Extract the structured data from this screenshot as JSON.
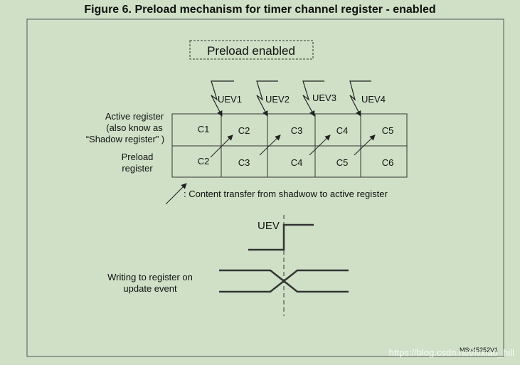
{
  "figure": {
    "title": "Figure 6. Preload mechanism for timer channel register - enabled",
    "preload_box": "Preload enabled",
    "uev_labels": [
      "UEV1",
      "UEV2",
      "UEV3",
      "UEV4"
    ],
    "active_label": [
      "Active register",
      "(also know as",
      "“Shadow register” )"
    ],
    "preload_label": [
      "Preload",
      "register"
    ],
    "active_cells": [
      "C1",
      "C2",
      "C3",
      "C4",
      "C5"
    ],
    "preload_cells": [
      "C2",
      "C3",
      "C4",
      "C5",
      "C6"
    ],
    "legend": ": Content transfer from shadwow to active register",
    "uev_timing_label": "UEV",
    "writing_label": [
      "Writing to register on",
      "update event"
    ],
    "figure_id": "MSv45252V1"
  },
  "watermark": "https://blog.csdn.net/lvxiao_hill",
  "colors": {
    "background": "#cfe0c6",
    "line": "#333333"
  }
}
